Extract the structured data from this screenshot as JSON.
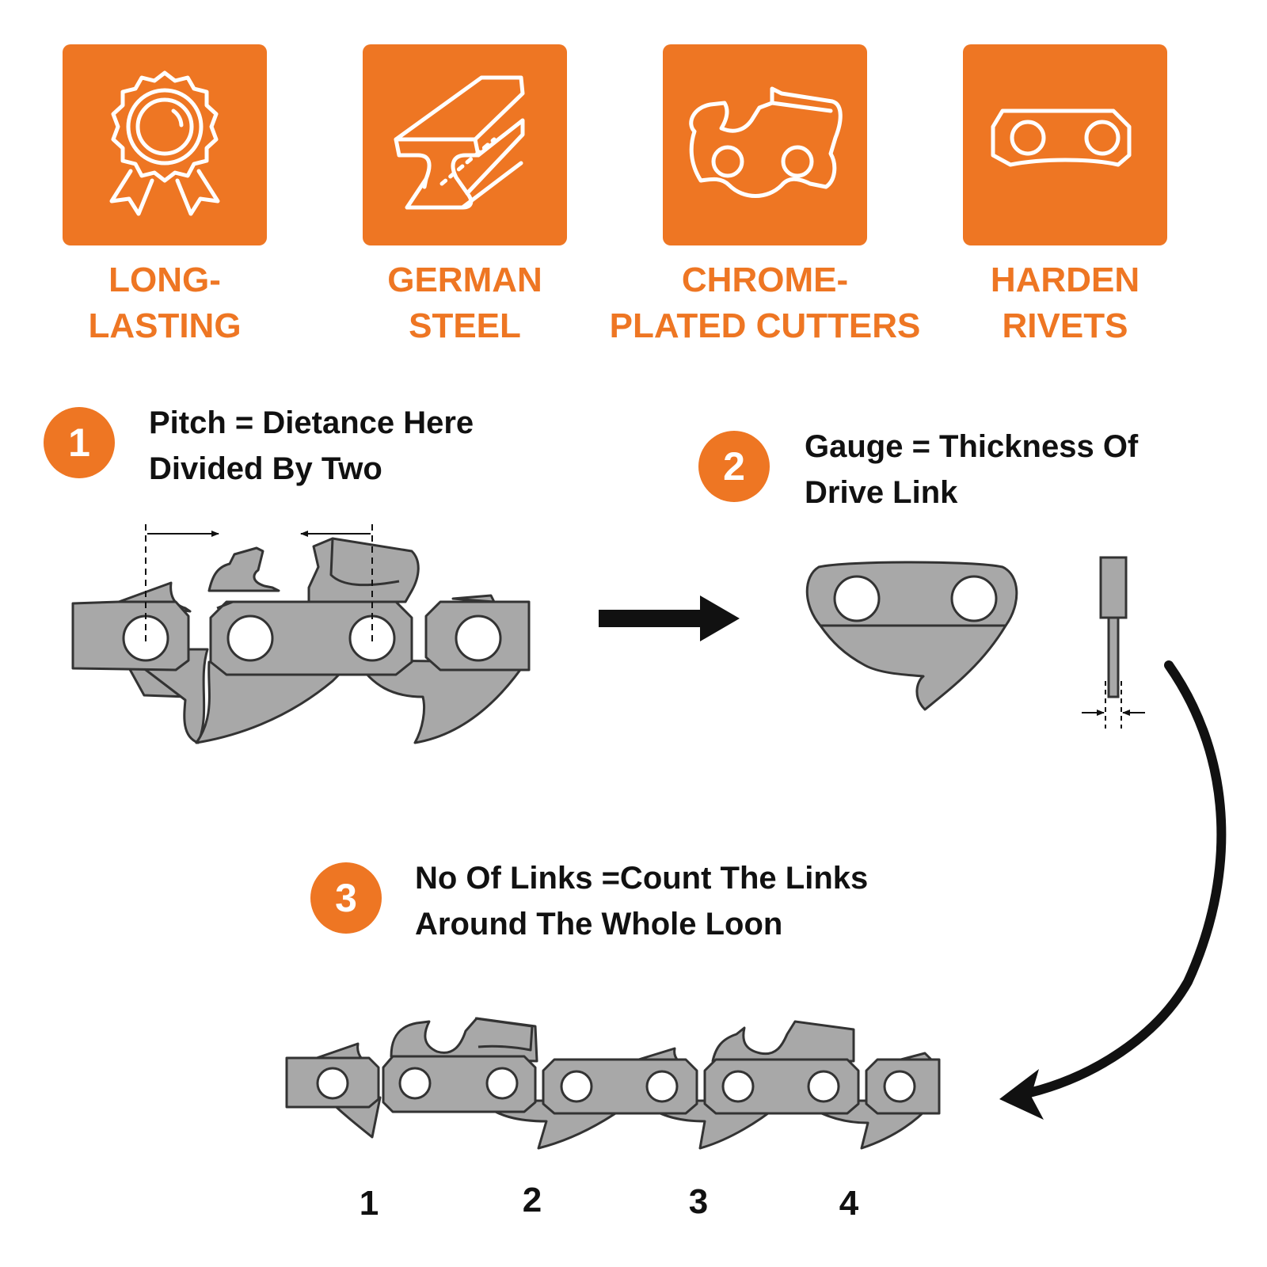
{
  "colors": {
    "accent": "#EE7623",
    "chain_fill": "#A8A8A8",
    "chain_stroke": "#333333",
    "text": "#111111"
  },
  "features": [
    {
      "icon": "award-medal-icon",
      "line1": "LONG-",
      "line2": "LASTING"
    },
    {
      "icon": "steel-beam-icon",
      "line1": "GERMAN",
      "line2": "STEEL"
    },
    {
      "icon": "cutter-link-icon",
      "line1": "CHROME-",
      "line2": "PLATED CUTTERS"
    },
    {
      "icon": "rivet-link-icon",
      "line1": "HARDEN",
      "line2": "RIVETS"
    }
  ],
  "steps": [
    {
      "number": "1",
      "line1": "Pitch = Dietance Here",
      "line2": "Divided By Two"
    },
    {
      "number": "2",
      "line1": "Gauge = Thickness Of",
      "line2": "Drive Link"
    },
    {
      "number": "3",
      "line1": "No Of Links =Count The Links",
      "line2": "Around The Whole Loon"
    }
  ],
  "link_numbers": [
    "1",
    "2",
    "3",
    "4"
  ]
}
